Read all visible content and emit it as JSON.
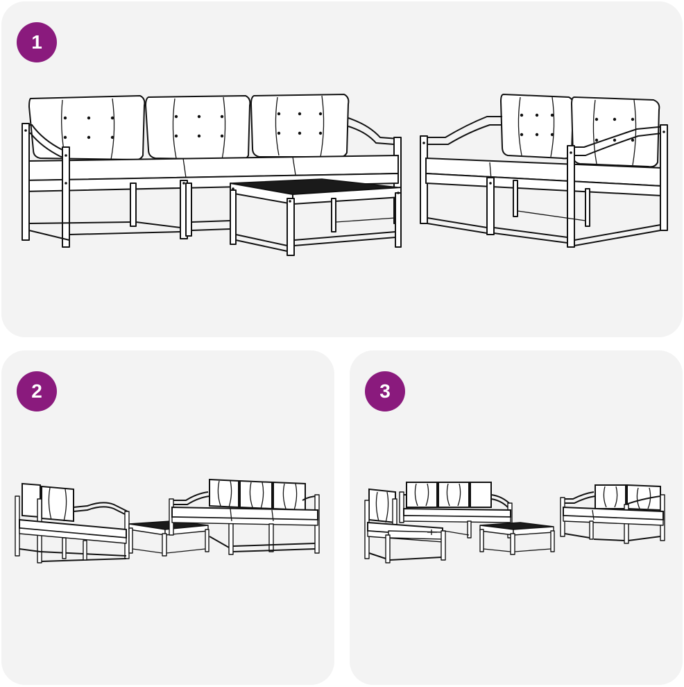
{
  "steps": [
    {
      "number": "1"
    },
    {
      "number": "2"
    },
    {
      "number": "3"
    }
  ],
  "colors": {
    "badge": "#8a1a7d",
    "panel_background": "#f3f3f3",
    "line_art": "#111111"
  }
}
